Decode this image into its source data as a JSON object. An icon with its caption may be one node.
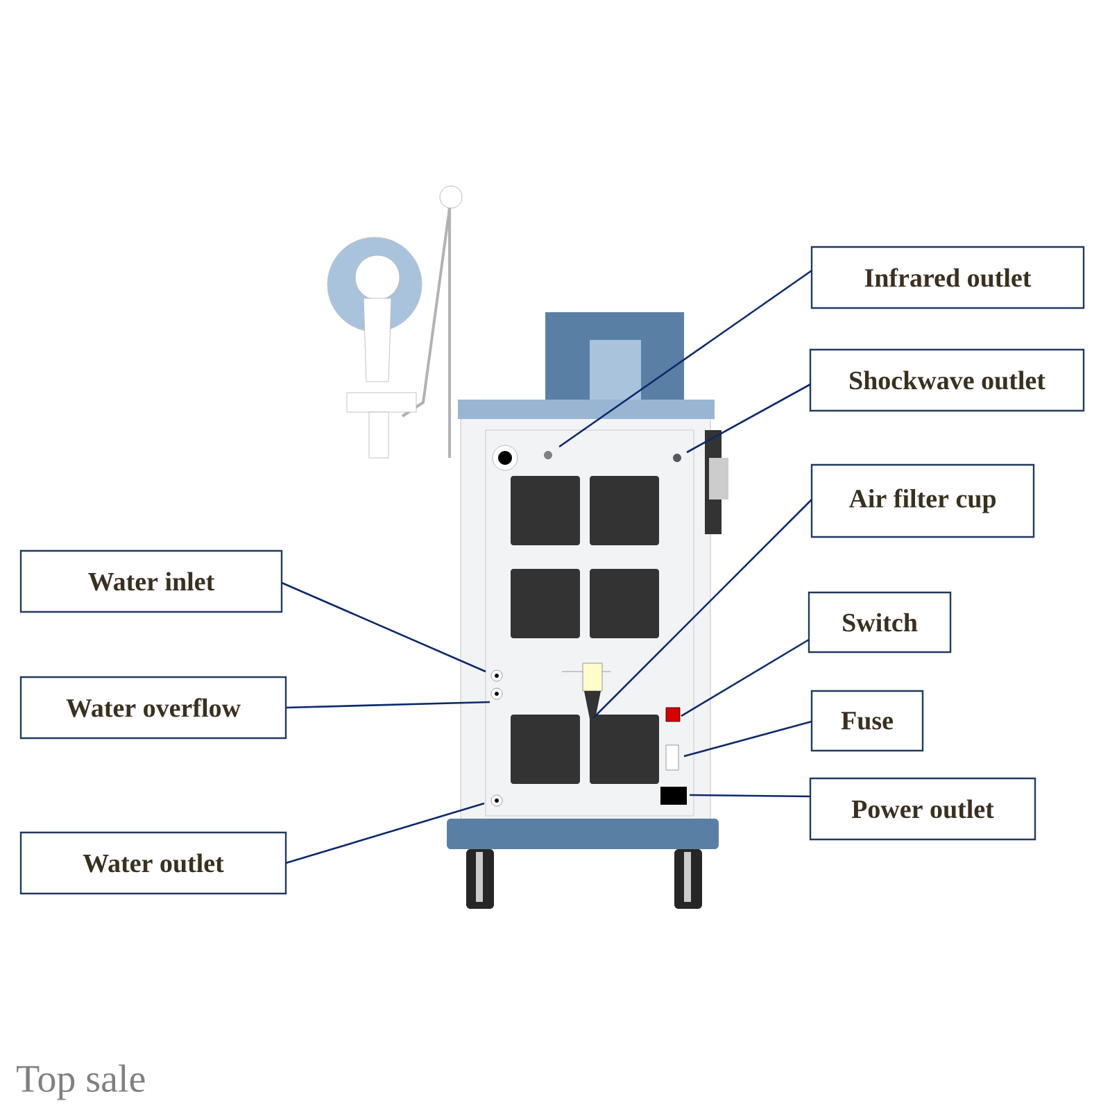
{
  "diagram": {
    "nodes": [
      {
        "text": [
          "Infrared outlet"
        ]
      },
      {
        "text": [
          "Shockwave outlet"
        ]
      },
      {
        "text": [
          "Air filter cup"
        ]
      },
      {
        "text": [
          "Water inlet"
        ]
      },
      {
        "text": [
          "Switch"
        ]
      },
      {
        "text": [
          "Water overflow"
        ]
      },
      {
        "text": [
          "Fuse"
        ]
      },
      {
        "text": [
          "Power outlet"
        ]
      },
      {
        "text": [
          "Water outlet"
        ]
      }
    ],
    "edges": [
      {
        "from": 0,
        "to": null,
        "arrow": "none"
      },
      {
        "from": 1,
        "to": null,
        "arrow": "none"
      },
      {
        "from": 2,
        "to": null,
        "arrow": "none"
      },
      {
        "from": 3,
        "to": null,
        "arrow": "none"
      },
      {
        "from": 4,
        "to": null,
        "arrow": "none"
      },
      {
        "from": 5,
        "to": null,
        "arrow": "none"
      },
      {
        "from": 6,
        "to": null,
        "arrow": "none"
      },
      {
        "from": 7,
        "to": null,
        "arrow": "none"
      },
      {
        "from": 8,
        "to": null,
        "arrow": "none"
      }
    ],
    "labels": [
      "Top sale"
    ]
  }
}
